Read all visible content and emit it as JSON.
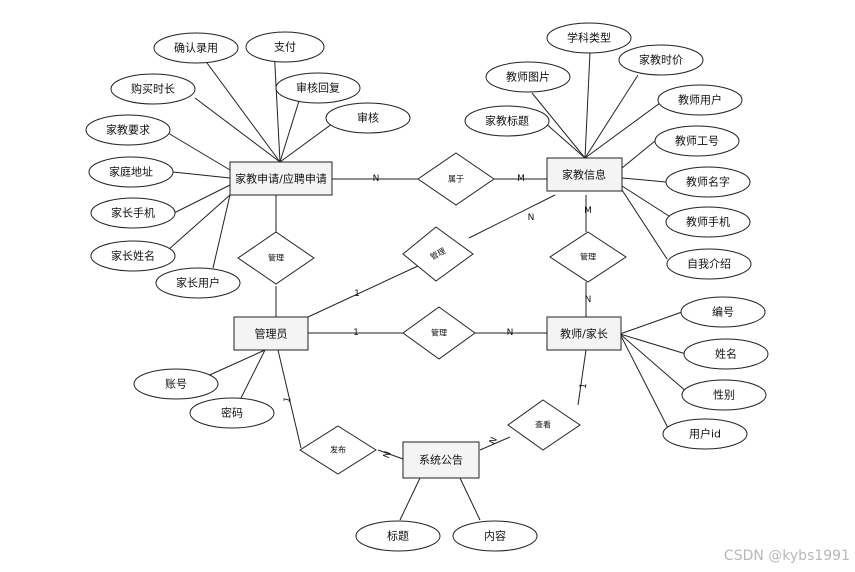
{
  "entities": {
    "application": "家教申请/应聘申请",
    "tutor_info": "家教信息",
    "admin": "管理员",
    "teacher_parent": "教师/家长",
    "announcement": "系统公告"
  },
  "relationships": {
    "belongs": "属于",
    "manage_app": "管理",
    "manage_info": "管理",
    "manage_tp": "管理",
    "manage_user": "管理",
    "publish": "发布",
    "view": "查看"
  },
  "attributes": {
    "application": [
      "确认录用",
      "支付",
      "审核回复",
      "审核",
      "购买时长",
      "家教要求",
      "家庭地址",
      "家长手机",
      "家长姓名",
      "家长用户"
    ],
    "tutor_info": [
      "学科类型",
      "教师图片",
      "家教时价",
      "家教标题",
      "教师用户",
      "教师工号",
      "教师名字",
      "教师手机",
      "自我介绍"
    ],
    "teacher_parent": [
      "编号",
      "姓名",
      "性别",
      "用户id"
    ],
    "admin": [
      "账号",
      "密码"
    ],
    "announcement": [
      "标题",
      "内容"
    ]
  },
  "cardinalities": {
    "belongs_left": "N",
    "belongs_right": "M",
    "manage_info_admin": "1",
    "manage_info_info": "N",
    "manage_tp_info": "M",
    "manage_tp_tp": "N",
    "manage_user_admin": "1",
    "manage_user_tp": "N",
    "publish_admin": "1",
    "publish_ann": "N",
    "view_ann": "N",
    "view_tp": "1"
  },
  "watermark": "CSDN @kybs1991"
}
